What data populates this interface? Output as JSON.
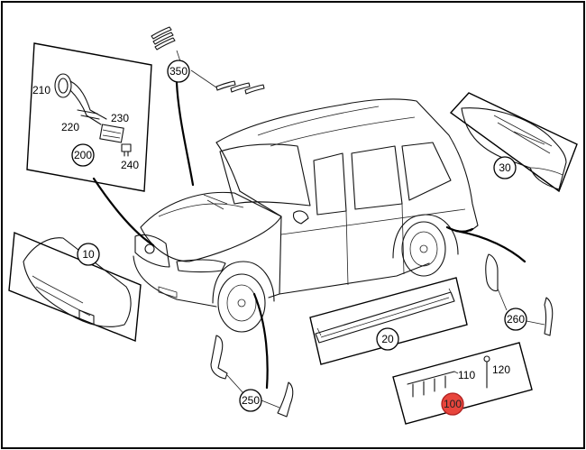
{
  "callouts": {
    "c350": "350",
    "c200": "200",
    "c30": "30",
    "c10": "10",
    "c20": "20",
    "c250": "250",
    "c260": "260",
    "c100": "100"
  },
  "part_labels": {
    "p210": "210",
    "p220": "220",
    "p230": "230",
    "p240": "240",
    "p110": "110",
    "p120": "120"
  },
  "colors": {
    "highlight_callout": "#e8453c",
    "line": "#000000"
  }
}
